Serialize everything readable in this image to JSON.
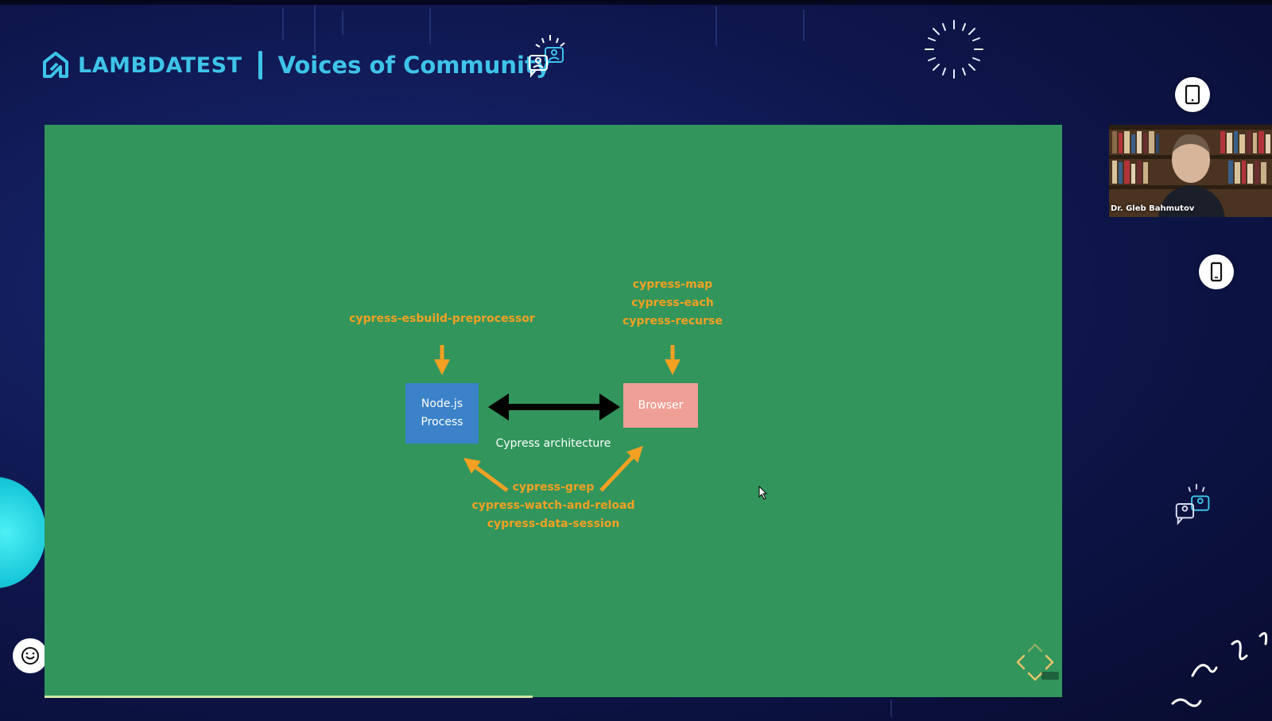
{
  "header": {
    "brand_name": "LAMBDATEST",
    "title": "Voices of Community"
  },
  "slide": {
    "top_left_label": "cypress-esbuild-preprocessor",
    "top_right_labels": [
      "cypress-map",
      "cypress-each",
      "cypress-recurse"
    ],
    "node_box": [
      "Node.js",
      "Process"
    ],
    "browser_box": "Browser",
    "caption": "Cypress architecture",
    "bottom_labels": [
      "cypress-grep",
      "cypress-watch-and-reload",
      "cypress-data-session"
    ],
    "progress": 0.48
  },
  "participant": {
    "name": "Dr. Gleb Bahmutov"
  },
  "colors": {
    "slide_background": "#31955c",
    "accent_orange": "#f4a022",
    "node_blue": "#3b82c8",
    "browser_pink": "#ef9f96",
    "brand_cyan": "#3ec3ea"
  },
  "icons": [
    "lambdatest-logo-icon",
    "community-chat-icon",
    "tablet-icon",
    "phone-icon",
    "clock-icon",
    "slide-nav-icon",
    "cursor-icon"
  ]
}
